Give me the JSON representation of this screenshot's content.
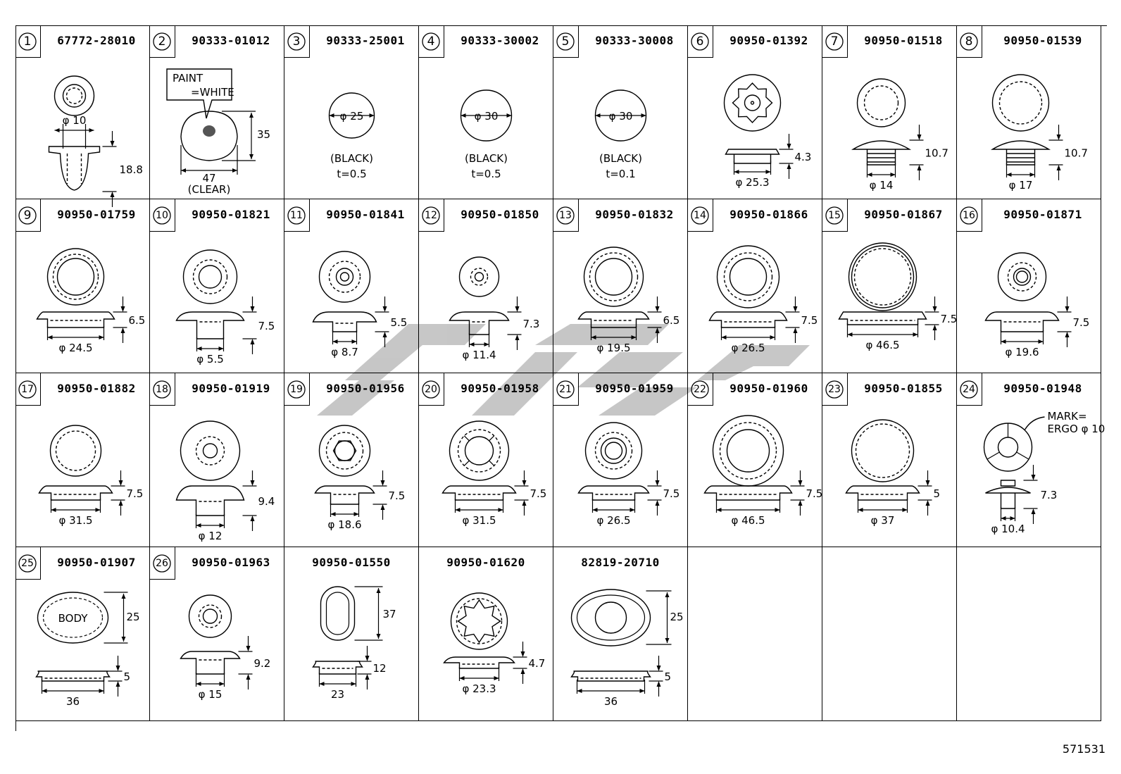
{
  "figure_code": "571531",
  "cells": [
    {
      "num": "1",
      "part": "67772-28010",
      "labels": {
        "dia": "φ 10",
        "h": "18.8"
      }
    },
    {
      "num": "2",
      "part": "90333-01012",
      "labels": {
        "paint": "PAINT",
        "white": "=WHITE",
        "h": "35",
        "w": "47",
        "clear": "(CLEAR)"
      }
    },
    {
      "num": "3",
      "part": "90333-25001",
      "labels": {
        "dia": "φ 25",
        "color": "(BLACK)",
        "t": "t=0.5"
      }
    },
    {
      "num": "4",
      "part": "90333-30002",
      "labels": {
        "dia": "φ 30",
        "color": "(BLACK)",
        "t": "t=0.5"
      }
    },
    {
      "num": "5",
      "part": "90333-30008",
      "labels": {
        "dia": "φ 30",
        "color": "(BLACK)",
        "t": "t=0.1"
      }
    },
    {
      "num": "6",
      "part": "90950-01392",
      "labels": {
        "h": "4.3",
        "dia": "φ 25.3"
      }
    },
    {
      "num": "7",
      "part": "90950-01518",
      "labels": {
        "h": "10.7",
        "dia": "φ 14"
      }
    },
    {
      "num": "8",
      "part": "90950-01539",
      "labels": {
        "h": "10.7",
        "dia": "φ 17"
      }
    },
    {
      "num": "9",
      "part": "90950-01759",
      "labels": {
        "h": "6.5",
        "dia": "φ 24.5"
      }
    },
    {
      "num": "10",
      "part": "90950-01821",
      "labels": {
        "h": "7.5",
        "dia": "φ 5.5"
      }
    },
    {
      "num": "11",
      "part": "90950-01841",
      "labels": {
        "h": "5.5",
        "dia": "φ 8.7"
      }
    },
    {
      "num": "12",
      "part": "90950-01850",
      "labels": {
        "h": "7.3",
        "dia": "φ 11.4"
      }
    },
    {
      "num": "13",
      "part": "90950-01832",
      "labels": {
        "h": "6.5",
        "dia": "φ 19.5"
      }
    },
    {
      "num": "14",
      "part": "90950-01866",
      "labels": {
        "h": "7.5",
        "dia": "φ 26.5"
      }
    },
    {
      "num": "15",
      "part": "90950-01867",
      "labels": {
        "h": "7.5",
        "dia": "φ 46.5"
      }
    },
    {
      "num": "16",
      "part": "90950-01871",
      "labels": {
        "h": "7.5",
        "dia": "φ 19.6"
      }
    },
    {
      "num": "17",
      "part": "90950-01882",
      "labels": {
        "h": "7.5",
        "dia": "φ 31.5"
      }
    },
    {
      "num": "18",
      "part": "90950-01919",
      "labels": {
        "h": "9.4",
        "dia": "φ 12"
      }
    },
    {
      "num": "19",
      "part": "90950-01956",
      "labels": {
        "h": "7.5",
        "dia": "φ 18.6"
      }
    },
    {
      "num": "20",
      "part": "90950-01958",
      "labels": {
        "h": "7.5",
        "dia": "φ 31.5"
      }
    },
    {
      "num": "21",
      "part": "90950-01959",
      "labels": {
        "h": "7.5",
        "dia": "φ 26.5"
      }
    },
    {
      "num": "22",
      "part": "90950-01960",
      "labels": {
        "h": "7.5",
        "dia": "φ 46.5"
      }
    },
    {
      "num": "23",
      "part": "90950-01855",
      "labels": {
        "h": "5",
        "dia": "φ 37"
      }
    },
    {
      "num": "24",
      "part": "90950-01948",
      "labels": {
        "mark": "MARK=",
        "ergo": "ERGO φ 10",
        "h": "7.3",
        "dia": "φ 10.4"
      }
    },
    {
      "num": "25",
      "part": "90950-01907",
      "labels": {
        "body": "BODY",
        "h1": "25",
        "h": "5",
        "w": "36"
      }
    },
    {
      "num": "26",
      "part": "90950-01963",
      "labels": {
        "h": "9.2",
        "dia": "φ 15"
      }
    },
    {
      "num": "",
      "part": "90950-01550",
      "labels": {
        "h1": "37",
        "h": "12",
        "w": "23"
      }
    },
    {
      "num": "",
      "part": "90950-01620",
      "labels": {
        "h": "4.7",
        "dia": "φ 23.3"
      }
    },
    {
      "num": "",
      "part": "82819-20710",
      "labels": {
        "h1": "25",
        "h": "5",
        "w": "36"
      }
    },
    {
      "num": "",
      "part": "",
      "labels": {}
    },
    {
      "num": "",
      "part": "",
      "labels": {}
    },
    {
      "num": "",
      "part": "",
      "labels": {}
    }
  ]
}
